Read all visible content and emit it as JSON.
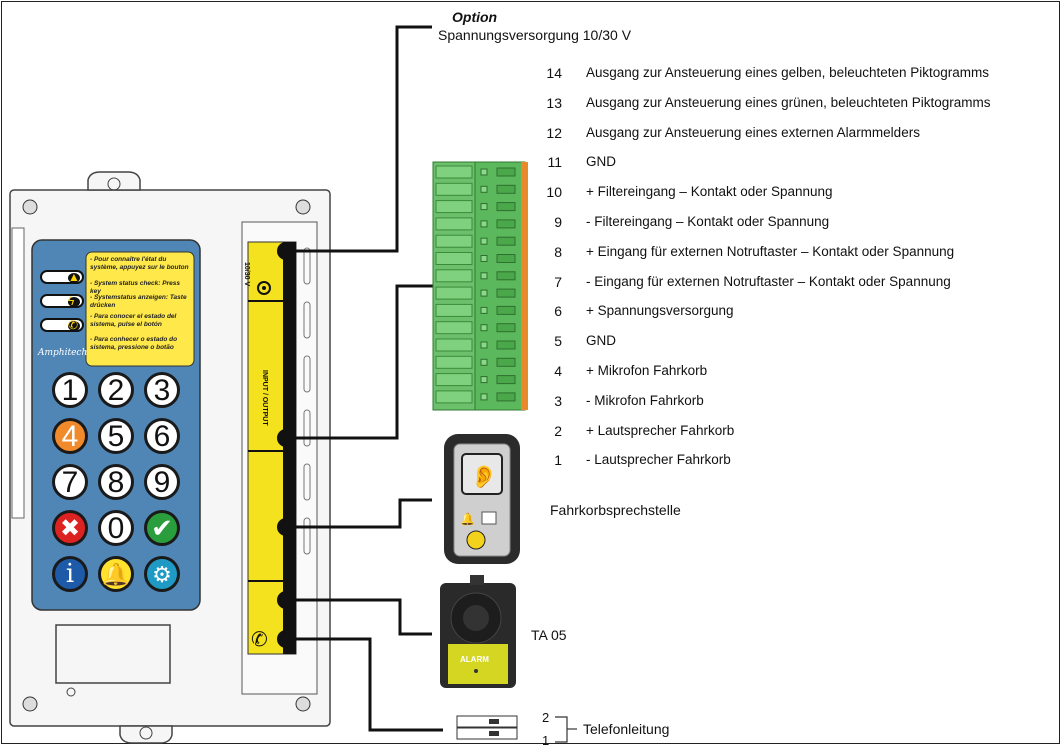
{
  "option": {
    "title": "Option",
    "subtitle": "Spannungsversorgung 10/30 V"
  },
  "terminals": [
    {
      "num": "14",
      "label": "Ausgang zur Ansteuerung eines gelben, beleuchteten Piktogramms"
    },
    {
      "num": "13",
      "label": "Ausgang zur Ansteuerung eines grünen, beleuchteten Piktogramms"
    },
    {
      "num": "12",
      "label": "Ausgang zur Ansteuerung eines externen Alarmmelders"
    },
    {
      "num": "11",
      "label": "GND"
    },
    {
      "num": "10",
      "label": "+ Filtereingang – Kontakt oder Spannung"
    },
    {
      "num": "9",
      "label": "-  Filtereingang – Kontakt oder Spannung"
    },
    {
      "num": "8",
      "label": "+ Eingang für externen Notruftaster – Kontakt oder Spannung"
    },
    {
      "num": "7",
      "label": "-  Eingang für externen Notruftaster – Kontakt oder Spannung"
    },
    {
      "num": "6",
      "label": "+ Spannungsversorgung"
    },
    {
      "num": "5",
      "label": "GND"
    },
    {
      "num": "4",
      "label": "+ Mikrofon Fahrkorb"
    },
    {
      "num": "3",
      "label": "-  Mikrofon Fahrkorb"
    },
    {
      "num": "2",
      "label": "+ Lautsprecher Fahrkorb"
    },
    {
      "num": "1",
      "label": "-  Lautsprecher Fahrkorb"
    }
  ],
  "devices": {
    "cabin_unit": "Fahrkorbsprechstelle",
    "alarm_unit": "TA 05",
    "alarm_unit_badge": "ALARM",
    "phone_line": "Telefonleitung",
    "phone_pin_2": "2",
    "phone_pin_1": "1"
  },
  "panel": {
    "voltage_tag": "10/30 V",
    "io_tag": "INPUT / OUTPUT",
    "notes": [
      "- Pour connaître l'état du système, appuyez sur le bouton",
      "- System status check: Press key",
      "- Systemstatus anzeigen: Taste drücken",
      "- Para conocer el estado del sistema, pulse el botón",
      "- Para conhecer o estado do sistema, pressione o botão"
    ],
    "keys": [
      "1",
      "2",
      "3",
      "4",
      "5",
      "6",
      "7",
      "8",
      "9",
      "✖",
      "0",
      "✔",
      "i",
      "🔔",
      "⚙"
    ],
    "brand": "Amphitech"
  },
  "colors": {
    "keypad_blue": "#4f86b6",
    "panel_yellow": "#f4e21e",
    "terminal_green": "#5cb85c",
    "terminal_orange": "#e88a2a"
  }
}
